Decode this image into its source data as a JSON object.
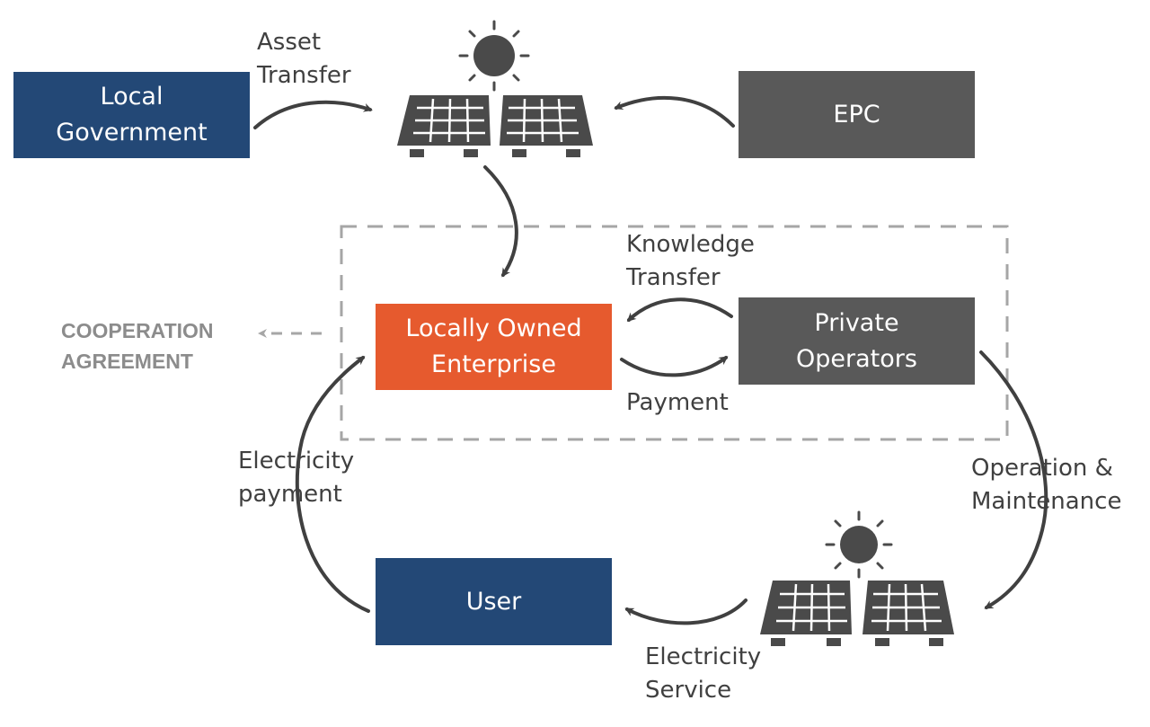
{
  "nodes": {
    "local_government": "Local\nGovernment",
    "epc": "EPC",
    "locally_owned_enterprise": "Locally Owned\nEnterprise",
    "private_operators": "Private\nOperators",
    "user": "User"
  },
  "edge_labels": {
    "asset_transfer": "Asset\nTransfer",
    "knowledge_transfer": "Knowledge\nTransfer",
    "payment": "Payment",
    "operation_maintenance": "Operation &\nMaintenance",
    "electricity_service": "Electricity\nService",
    "electricity_payment": "Electricity\npayment"
  },
  "group_label": "COOPERATION\nAGREEMENT",
  "icons": [
    "solar-array-icon",
    "sun-icon"
  ],
  "colors": {
    "navy": "#234876",
    "dark_gray": "#595959",
    "orange": "#e65a2e",
    "arrow": "#404040",
    "dashed": "#a6a6a6"
  }
}
